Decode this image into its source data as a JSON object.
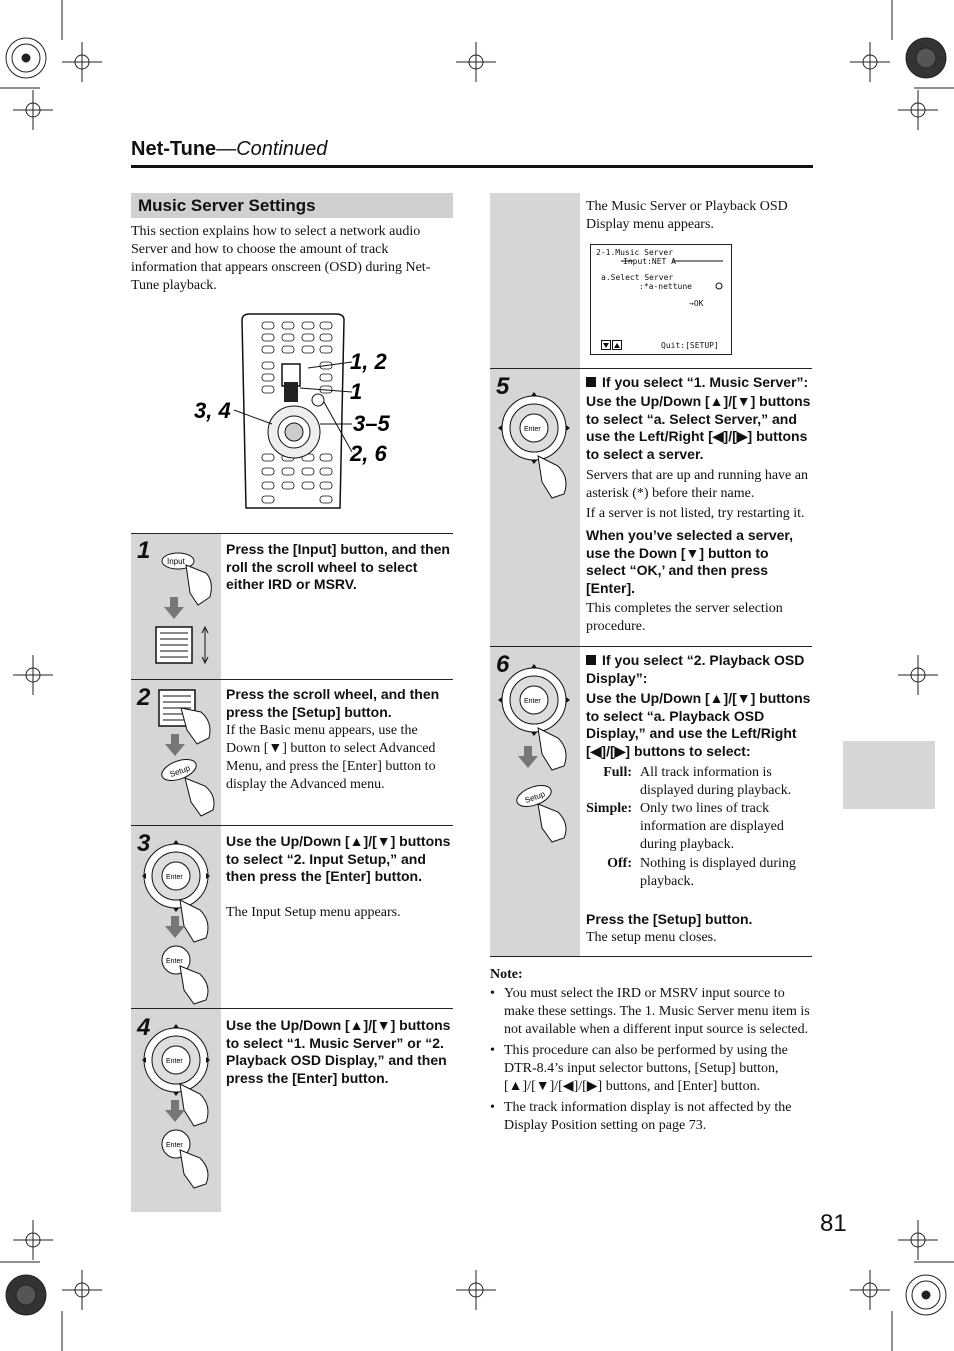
{
  "header": {
    "title_bold": "Net-Tune",
    "title_italic": "—Continued"
  },
  "section": {
    "title": "Music Server Settings",
    "intro": "This section explains how to select a network audio Server and how to choose the amount of track information that appears onscreen (OSD) during Net-Tune playback."
  },
  "remote_callouts": [
    "1, 2",
    "1",
    "3, 4",
    "3–5",
    "2, 6"
  ],
  "steps": [
    {
      "num": "1",
      "bold": "Press the [Input] button, and then roll the scroll wheel to select either IRD or MSRV.",
      "text": ""
    },
    {
      "num": "2",
      "bold": "Press the scroll wheel, and then press the [Setup] button.",
      "text": "If the Basic menu appears, use the Down [▼] button to select Advanced Menu, and press the [Enter] button to display the Advanced menu."
    },
    {
      "num": "3",
      "bold": "Use the Up/Down [▲]/[▼] buttons to select “2. Input Setup,” and then press the [Enter] button.",
      "text": "The Input Setup menu appears."
    },
    {
      "num": "4",
      "bold": "Use the Up/Down [▲]/[▼] buttons to select “1. Music Server” or “2. Playback OSD Display,” and then press the [Enter] button.",
      "text": ""
    }
  ],
  "right": {
    "cont_text": "The Music Server or Playback OSD Display menu appears.",
    "osd": {
      "line1": "2-1.Music Server",
      "line2": "Input:NET A",
      "line3": "a.Select Server",
      "line4": ":*a-nettune",
      "line5": "→OK",
      "quit": "Quit:[SETUP]"
    },
    "step5": {
      "num": "5",
      "heading": "If you select “1. Music Server”:",
      "bold1": "Use the Up/Down [▲]/[▼] buttons to select “a. Select Server,” and use the Left/Right [◀]/[▶] buttons to select a server.",
      "text1": "Servers that are up and running have an asterisk (*) before their name.",
      "text2": "If a server is not listed, try restarting it.",
      "bold2": "When you’ve selected a server, use the Down [▼] button to select “OK,’ and then press [Enter].",
      "text3": "This completes the server selection procedure."
    },
    "step6": {
      "num": "6",
      "heading": "If you select “2. Playback OSD Display”:",
      "bold1": "Use the Up/Down [▲]/[▼] buttons to select “a. Playback OSD Display,” and use the Left/Right [◀]/[▶] buttons to select:",
      "defs": [
        {
          "term": "Full:",
          "desc": "All track information is displayed during playback."
        },
        {
          "term": "Simple:",
          "desc": "Only two lines of track information are displayed during playback."
        },
        {
          "term": "Off:",
          "desc": "Nothing is displayed during playback."
        }
      ],
      "bold2": "Press the [Setup] button.",
      "text": "The setup menu closes."
    }
  },
  "note": {
    "title": "Note:",
    "items": [
      "You must select the IRD or MSRV input source to make these settings. The 1. Music Server menu item is not available when a different input source is selected.",
      "This procedure can also be performed by using the DTR-8.4’s input selector buttons, [Setup] button, [▲]/[▼]/[◀]/[▶] buttons, and [Enter] button.",
      "The track information display is not affected by the Display Position setting on page 73."
    ]
  },
  "icons": {
    "input_label": "Input",
    "setup_label": "Setup",
    "enter_label": "Enter"
  },
  "page_number": "81"
}
